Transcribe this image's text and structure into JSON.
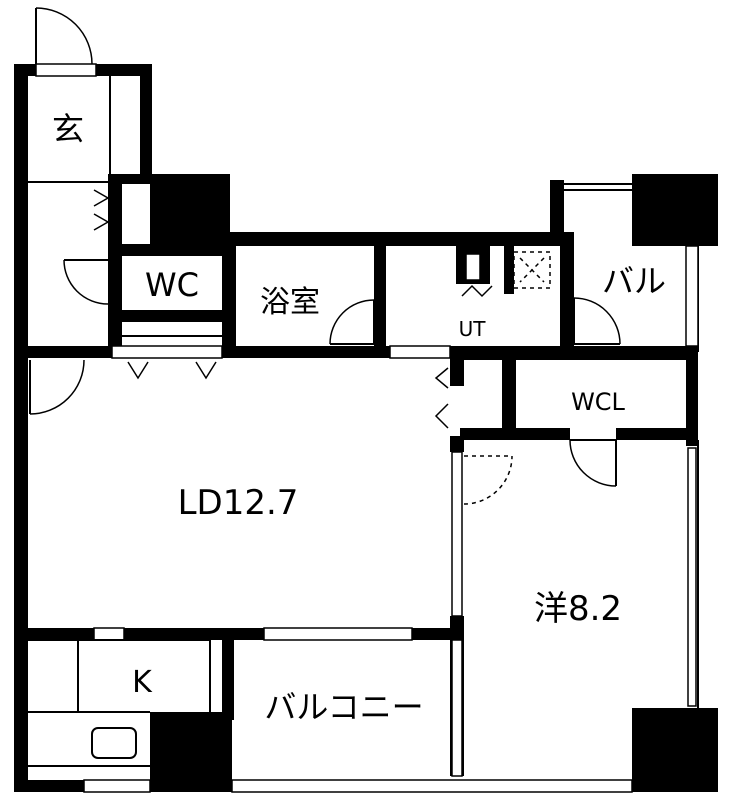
{
  "floor_plan": {
    "rooms": {
      "entrance": "玄",
      "wc": "WC",
      "bath": "浴室",
      "utility": "UT",
      "balcony_small": "バル",
      "walk_in_closet": "WCL",
      "living_dining": "LD12.7",
      "western_room": "洋8.2",
      "kitchen": "K",
      "balcony": "バルコニー"
    },
    "colors": {
      "wall": "#000000",
      "background": "#ffffff"
    }
  }
}
